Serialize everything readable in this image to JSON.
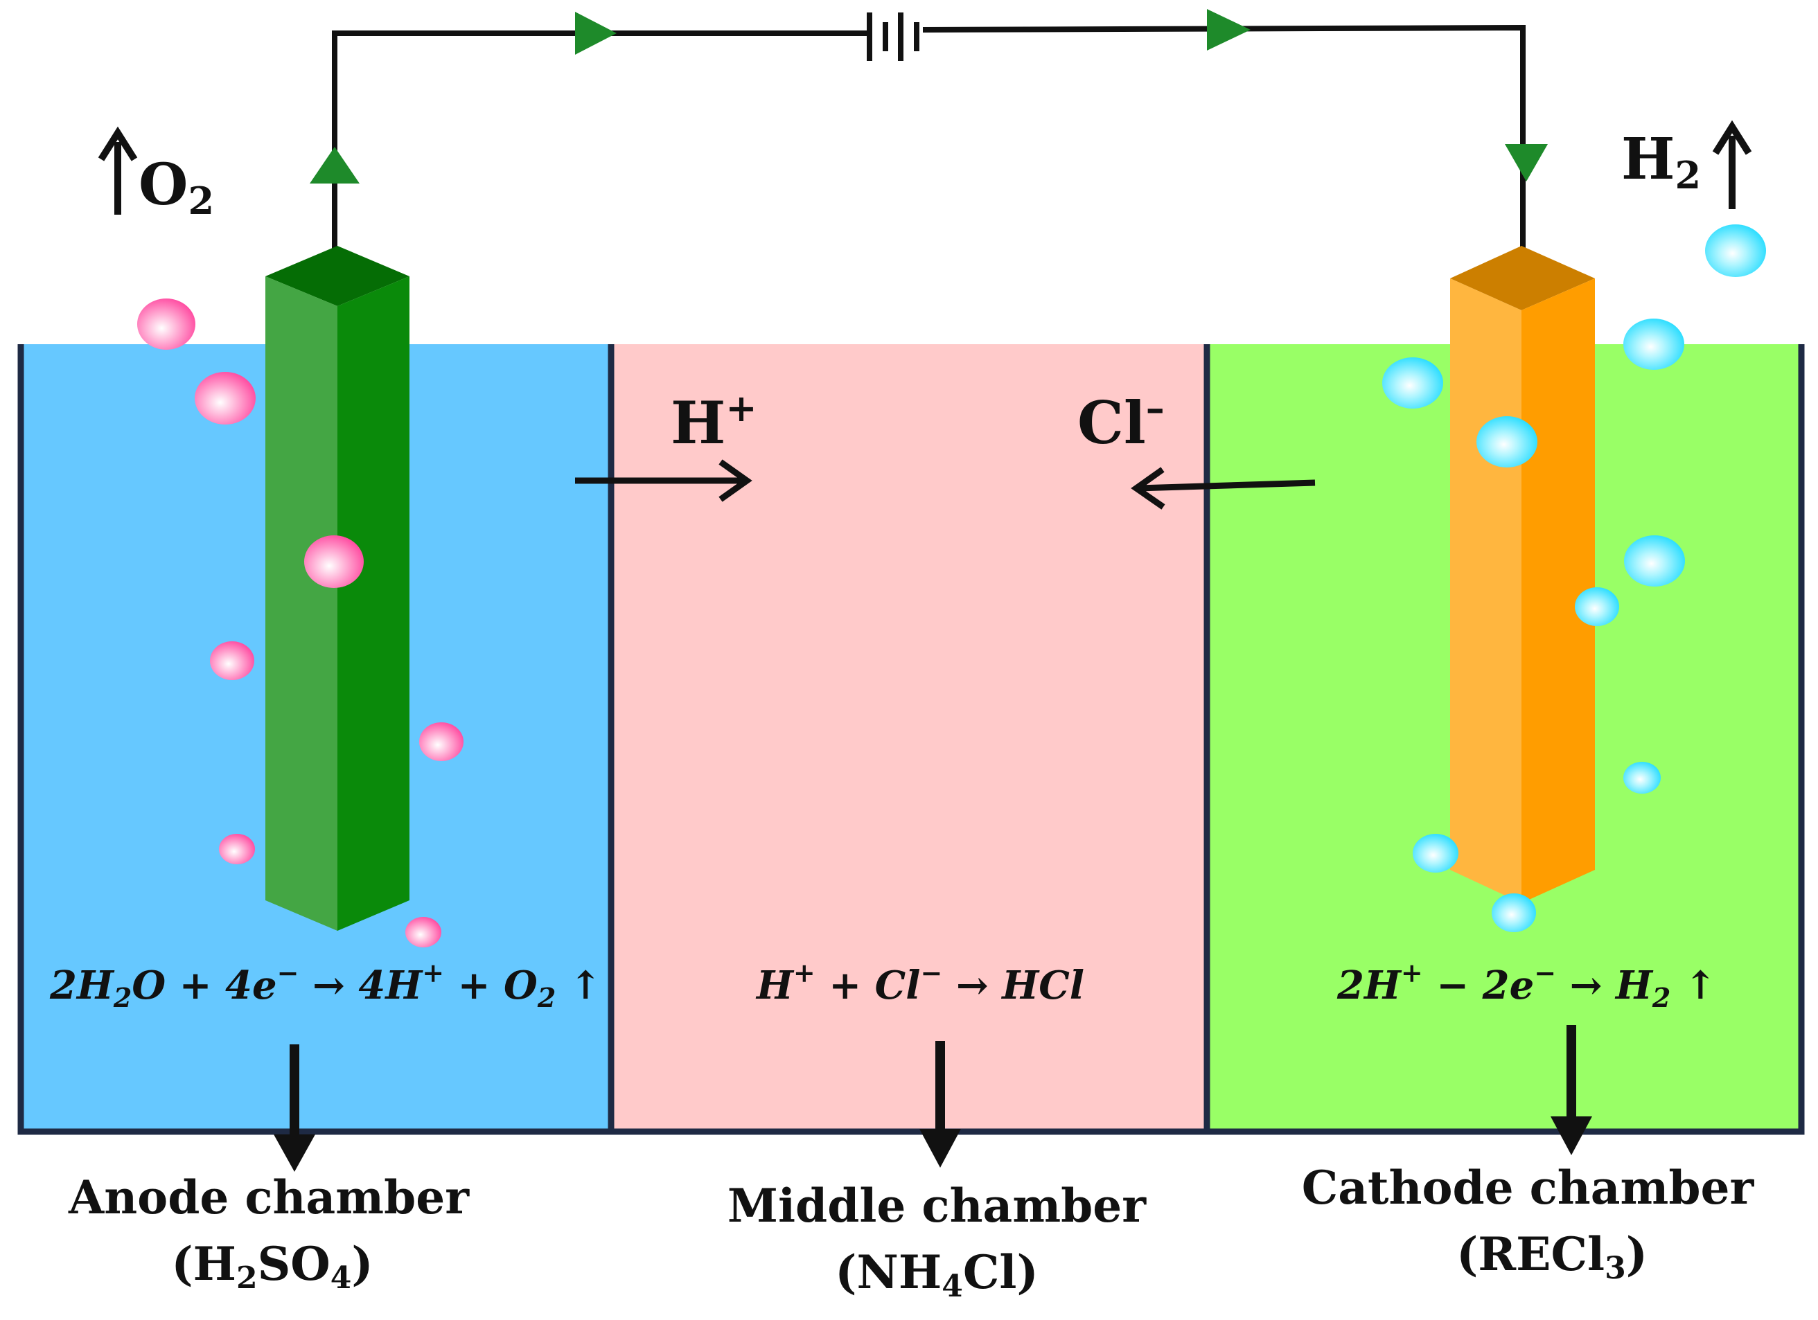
{
  "colors": {
    "anode_solution": "#66c8ff",
    "middle_solution": "#ffcaca",
    "cathode_solution": "#99ff66",
    "tank_border": "#1e2a44",
    "anode_electrode_front": "#44a644",
    "anode_electrode_side": "#0a8a0a",
    "anode_electrode_top": "#056d05",
    "cathode_electrode_front": "#ffb63f",
    "cathode_electrode_side": "#ff9d00",
    "cathode_electrode_top": "#cc7f00",
    "oxygen_bubble": "#ff6eb4",
    "hydrogen_bubble": "#3ee6ff",
    "wire": "#111111",
    "current_arrow": "#1e8a2a"
  },
  "gases": {
    "anode_gas": {
      "symbol": "O",
      "subscript": "2",
      "arrow": "↑"
    },
    "cathode_gas": {
      "symbol": "H",
      "subscript": "2",
      "arrow": "↑"
    }
  },
  "ions": {
    "proton": {
      "symbol": "H",
      "charge": "+"
    },
    "chloride": {
      "symbol": "Cl",
      "charge": "–"
    }
  },
  "equations": {
    "anode": {
      "p1": "2H",
      "s1": "2",
      "p2": "O + 4e",
      "sup1": "−",
      "p3": " → 4H",
      "sup2": "+",
      "p4": " + O",
      "s2": "2",
      "p5": " ↑"
    },
    "middle": {
      "p1": "H",
      "sup1": "+",
      "p2": " + Cl",
      "sup2": "−",
      "p3": " → HCl"
    },
    "cathode": {
      "p1": "2H",
      "sup1": "+",
      "p2": " − 2e",
      "sup2": "−",
      "p3": " → H",
      "s1": "2",
      "p4": " ↑"
    }
  },
  "chambers": {
    "anode": {
      "name": "Anode chamber",
      "open": "(H",
      "s1": "2",
      "mid": "SO",
      "s2": "4",
      "close": ")"
    },
    "middle": {
      "name": "Middle chamber",
      "open": "(NH",
      "s1": "4",
      "close": "Cl)"
    },
    "cathode": {
      "name": "Cathode chamber",
      "open": "(RECl",
      "s1": "3",
      "close": ")"
    }
  }
}
